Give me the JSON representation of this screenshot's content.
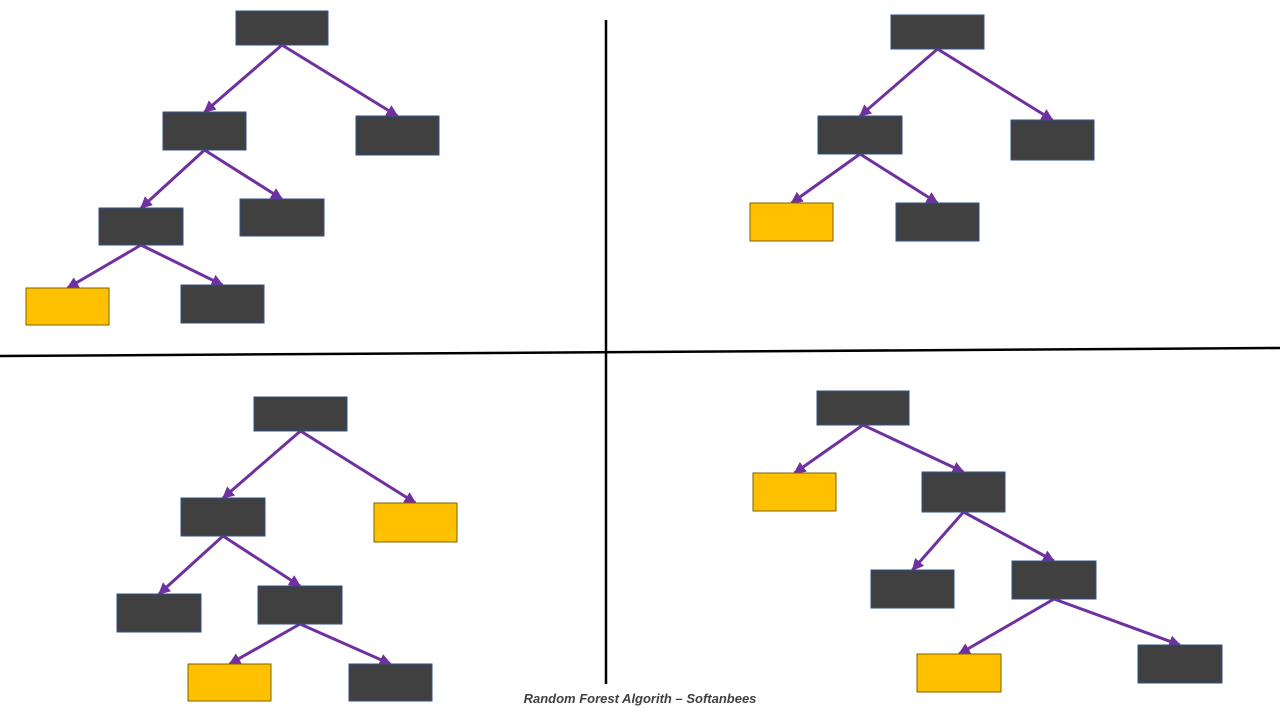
{
  "caption": "Random Forest Algorith  – Softanbees",
  "colors": {
    "background": "#ffffff",
    "node_dark": "#404040",
    "node_leaf": "#ffc000",
    "edge": "#7030a0",
    "divider": "#000000"
  },
  "trees": [
    {
      "id": "tree-1",
      "nodes": [
        {
          "id": "root",
          "type": "dark"
        },
        {
          "id": "l",
          "type": "dark"
        },
        {
          "id": "r",
          "type": "dark"
        },
        {
          "id": "ll",
          "type": "dark"
        },
        {
          "id": "lr",
          "type": "dark"
        },
        {
          "id": "lll",
          "type": "leaf"
        },
        {
          "id": "llr",
          "type": "dark"
        }
      ],
      "edges": [
        [
          "root",
          "l"
        ],
        [
          "root",
          "r"
        ],
        [
          "l",
          "ll"
        ],
        [
          "l",
          "lr"
        ],
        [
          "ll",
          "lll"
        ],
        [
          "ll",
          "llr"
        ]
      ]
    },
    {
      "id": "tree-2",
      "nodes": [
        {
          "id": "root",
          "type": "dark"
        },
        {
          "id": "l",
          "type": "dark"
        },
        {
          "id": "r",
          "type": "dark"
        },
        {
          "id": "ll",
          "type": "leaf"
        },
        {
          "id": "lr",
          "type": "dark"
        }
      ],
      "edges": [
        [
          "root",
          "l"
        ],
        [
          "root",
          "r"
        ],
        [
          "l",
          "ll"
        ],
        [
          "l",
          "lr"
        ]
      ]
    },
    {
      "id": "tree-3",
      "nodes": [
        {
          "id": "root",
          "type": "dark"
        },
        {
          "id": "l",
          "type": "dark"
        },
        {
          "id": "r",
          "type": "leaf"
        },
        {
          "id": "ll",
          "type": "dark"
        },
        {
          "id": "lr",
          "type": "dark"
        },
        {
          "id": "lrl",
          "type": "leaf"
        },
        {
          "id": "lrr",
          "type": "dark"
        }
      ],
      "edges": [
        [
          "root",
          "l"
        ],
        [
          "root",
          "r"
        ],
        [
          "l",
          "ll"
        ],
        [
          "l",
          "lr"
        ],
        [
          "lr",
          "lrl"
        ],
        [
          "lr",
          "lrr"
        ]
      ]
    },
    {
      "id": "tree-4",
      "nodes": [
        {
          "id": "root",
          "type": "dark"
        },
        {
          "id": "l",
          "type": "leaf"
        },
        {
          "id": "r",
          "type": "dark"
        },
        {
          "id": "rl",
          "type": "dark"
        },
        {
          "id": "rr",
          "type": "dark"
        },
        {
          "id": "rrl",
          "type": "leaf"
        },
        {
          "id": "rrr",
          "type": "dark"
        }
      ],
      "edges": [
        [
          "root",
          "l"
        ],
        [
          "root",
          "r"
        ],
        [
          "r",
          "rl"
        ],
        [
          "r",
          "rr"
        ],
        [
          "rr",
          "rrl"
        ],
        [
          "rr",
          "rrr"
        ]
      ]
    }
  ]
}
